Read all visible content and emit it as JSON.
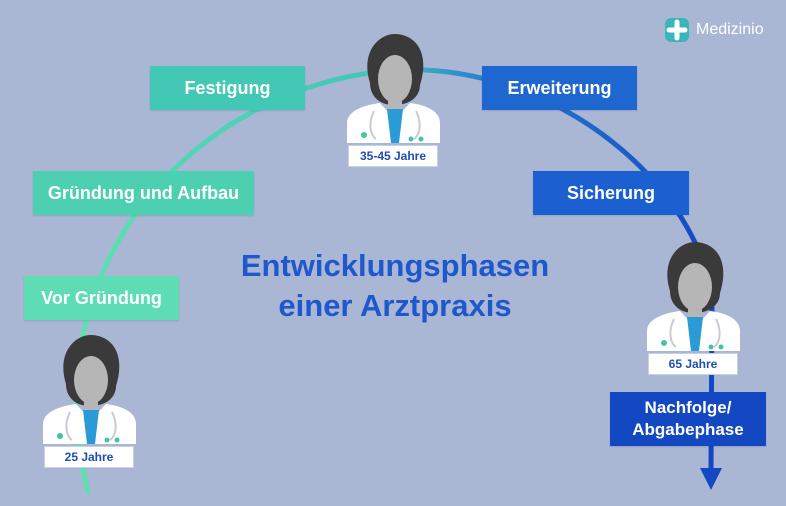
{
  "title": {
    "line1": "Entwicklungsphasen",
    "line2": "einer Arztpraxis"
  },
  "logo": {
    "name": "Medizinio",
    "icon": "plus-icon"
  },
  "phases": [
    {
      "label": "Vor Gründung",
      "color": "#5edcb3"
    },
    {
      "label": "Gründung und Aufbau",
      "color": "#4dcfb2"
    },
    {
      "label": "Festigung",
      "color": "#42c8b4"
    },
    {
      "label": "Erweiterung",
      "color": "#1e67d0"
    },
    {
      "label": "Sicherung",
      "color": "#1b5fd0"
    },
    {
      "label": "Nachfolge/ Abgabephase",
      "line1": "Nachfolge/",
      "line2": "Abgabephase",
      "color": "#1447c2"
    }
  ],
  "doctors": [
    {
      "age": "25 Jahre"
    },
    {
      "age": "35-45 Jahre"
    },
    {
      "age": "65 Jahre"
    }
  ],
  "colors": {
    "arc_start": "#5fe0b0",
    "arc_end": "#1447c2",
    "background": "#a9b7d5",
    "title": "#1f58cc"
  }
}
